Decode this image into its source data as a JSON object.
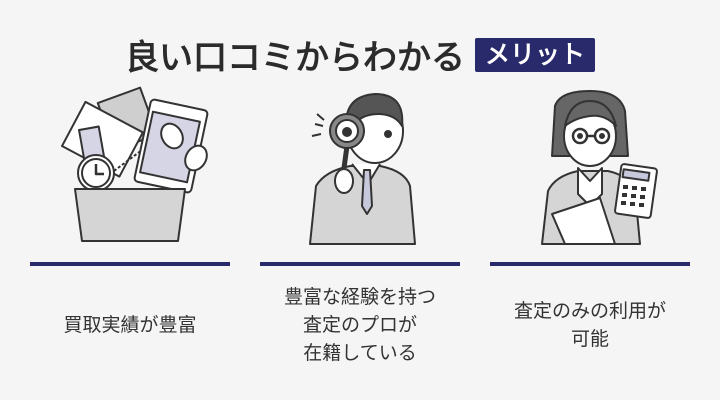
{
  "header": {
    "title": "良い口コミからわかる",
    "badge": "メリット",
    "badge_color": "#282a6c"
  },
  "columns": [
    {
      "icon": "basket-of-items-icon",
      "label_lines": [
        "買取実績が豊富"
      ]
    },
    {
      "icon": "man-with-magnifier-icon",
      "label_lines": [
        "豊富な経験を持つ",
        "査定のプロが",
        "在籍している"
      ]
    },
    {
      "icon": "woman-with-calculator-icon",
      "label_lines": [
        "査定のみの利用が",
        "可能"
      ]
    }
  ],
  "colors": {
    "accent": "#282a6c",
    "background": "#f5f5f5",
    "text": "#333333"
  }
}
